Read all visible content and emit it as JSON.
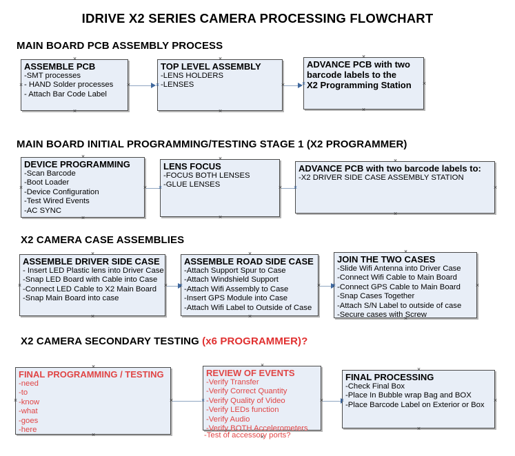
{
  "document": {
    "title": "IDRIVE X2  SERIES CAMERA PROCESSING FLOWCHART"
  },
  "colors": {
    "box_fill": "#e8eef7",
    "box_border": "#4a4a4a",
    "connector": "#8ea5c0",
    "arrow_head": "#41699e",
    "accent_red": "#e04545",
    "text": "#000000"
  },
  "sections": [
    {
      "id": "main-board-pcb-assembly",
      "heading": "MAIN BOARD PCB ASSEMBLY PROCESS",
      "heading_accent": "",
      "boxes": [
        {
          "id": "assemble-pcb",
          "title": "ASSEMBLE PCB",
          "title_color": "black",
          "items": [
            "-SMT processes",
            "- HAND Solder processes",
            "- Attach Bar Code Label"
          ]
        },
        {
          "id": "top-level-assembly",
          "title": "TOP LEVEL ASSEMBLY",
          "title_color": "black",
          "items": [
            "-LENS HOLDERS",
            "-LENSES"
          ]
        },
        {
          "id": "advance-pcb-programming-station",
          "title": "ADVANCE PCB with two",
          "title_color": "black",
          "items": [],
          "title_lines": [
            "ADVANCE PCB with two",
            "barcode labels to the",
            " X2 Programming Station"
          ]
        }
      ]
    },
    {
      "id": "main-board-initial-programming",
      "heading": "MAIN BOARD INITIAL PROGRAMMING/TESTING STAGE 1 (X2 PROGRAMMER)",
      "heading_accent": "",
      "boxes": [
        {
          "id": "device-programming",
          "title": "DEVICE PROGRAMMING",
          "title_color": "black",
          "items": [
            "-Scan Barcode",
            "-Boot Loader",
            "-Device Configuration",
            "-Test Wired Events",
            "-AC SYNC"
          ]
        },
        {
          "id": "lens-focus",
          "title": "LENS FOCUS",
          "title_color": "black",
          "items": [
            "-FOCUS BOTH LENSES",
            "-GLUE LENSES"
          ]
        },
        {
          "id": "advance-pcb-driver-side-station",
          "title": "ADVANCE PCB with two barcode labels to:",
          "title_color": "black",
          "items": [
            "-X2 DRIVER  SIDE  CASE  ASSEMBLY STATION"
          ]
        }
      ]
    },
    {
      "id": "x2-camera-case-assemblies",
      "heading": "X2 CAMERA CASE ASSEMBLIES",
      "heading_accent": "",
      "boxes": [
        {
          "id": "assemble-driver-side-case",
          "title": "ASSEMBLE DRIVER SIDE CASE",
          "title_color": "black",
          "items": [
            "- Insert LED Plastic lens into Driver Case",
            "-Snap LED Board with Cable into Case",
            "-Connect LED Cable to X2 Main Board",
            "-Snap Main Board into case"
          ]
        },
        {
          "id": "assemble-road-side-case",
          "title": "ASSEMBLE ROAD SIDE CASE",
          "title_color": "black",
          "items": [
            "-Attach Support Spur to Case",
            "-Attach Windshield Support",
            "-Attach Wifi Assembly to Case",
            "-Insert GPS Module into Case",
            "-Attach Wifi Label to Outside of Case"
          ]
        },
        {
          "id": "join-the-two-cases",
          "title": "JOIN THE TWO CASES",
          "title_color": "black",
          "items": [
            "-Slide Wifi Antenna into Driver Case",
            "-Connect Wifi Cable to Main Board",
            "-Connect GPS Cable to Main Board",
            "-Snap Cases Together",
            "-Attach S/N Label to outside of case",
            "-Secure cases with Screw"
          ]
        }
      ]
    },
    {
      "id": "x2-camera-secondary-testing",
      "heading": "X2 CAMERA SECONDARY TESTING ",
      "heading_accent": "(x6 PROGRAMMER)?",
      "boxes": [
        {
          "id": "final-programming-testing",
          "title": "FINAL PROGRAMMING / TESTING",
          "title_color": "red",
          "items": [
            "-need",
            "-to",
            "-know",
            "-what",
            "-goes",
            "-here"
          ]
        },
        {
          "id": "review-of-events",
          "title": "REVIEW OF EVENTS",
          "title_color": "red",
          "items": [
            "-Verify Transfer",
            "-Verify Correct Quantity",
            "-Verify Quality of Video",
            "-Verify LEDs function",
            "-Verify Audio",
            "-Verify BOTH Accelerometers"
          ],
          "overflow_item": "-Test of accessory ports?"
        },
        {
          "id": "final-processing",
          "title": "FINAL PROCESSING",
          "title_color": "black",
          "items": [
            " -Check Final Box",
            "-Place In Bubble wrap Bag and BOX",
            "-Place Barcode Label on Exterior or Box"
          ]
        }
      ]
    }
  ]
}
